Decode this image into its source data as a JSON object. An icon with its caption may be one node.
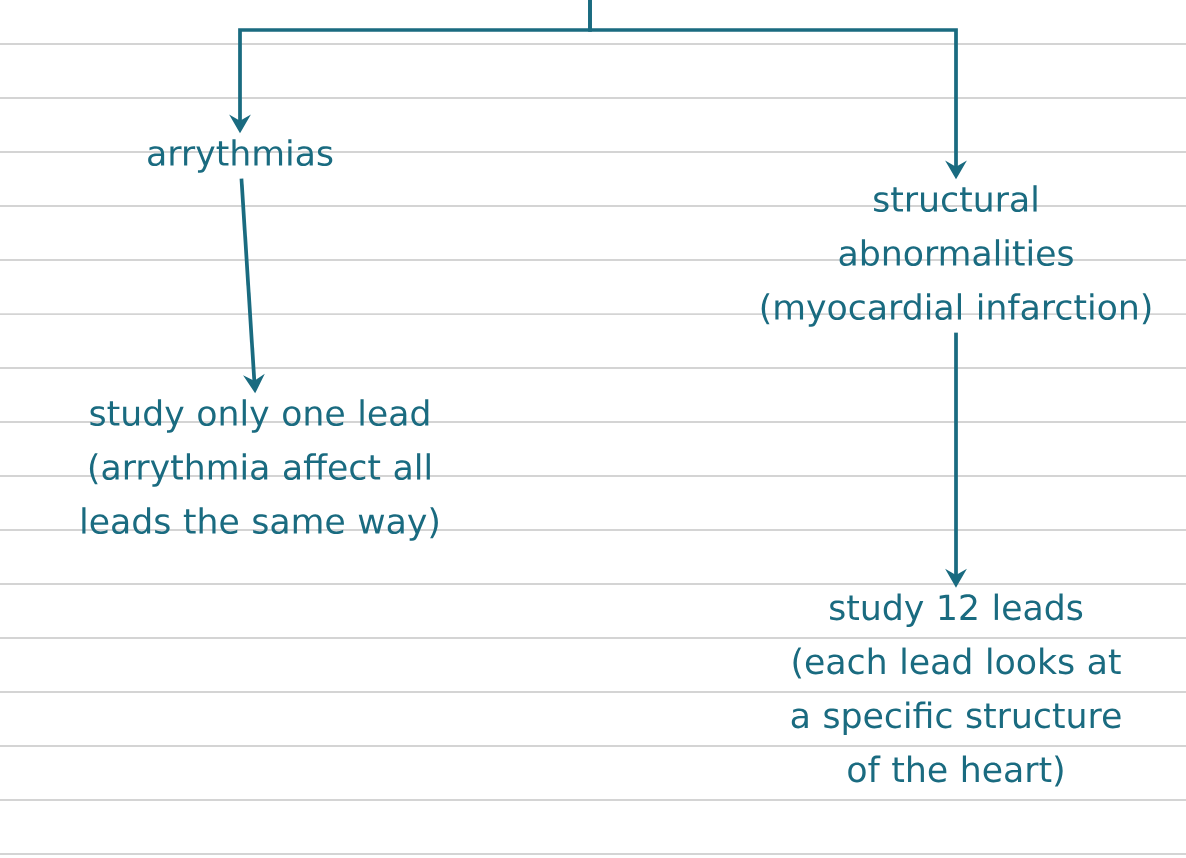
{
  "diagram": {
    "nodes": [
      {
        "text": [
          "arrythmias"
        ]
      },
      {
        "text": [
          "study only one lead",
          "(arrythmia affect all leads the same way)"
        ]
      },
      {
        "text": [
          "structural abnormalities",
          "(myocardial infarction)"
        ]
      },
      {
        "text": [
          "study 12 leads",
          "(each lead looks at a specific structure of the heart)"
        ]
      }
    ],
    "edges": [
      {
        "from": null,
        "to": 0,
        "arrow": "to"
      },
      {
        "from": null,
        "to": 2,
        "arrow": "to"
      },
      {
        "from": 0,
        "to": 1,
        "arrow": "to"
      },
      {
        "from": 2,
        "to": 3,
        "arrow": "to"
      }
    ]
  }
}
